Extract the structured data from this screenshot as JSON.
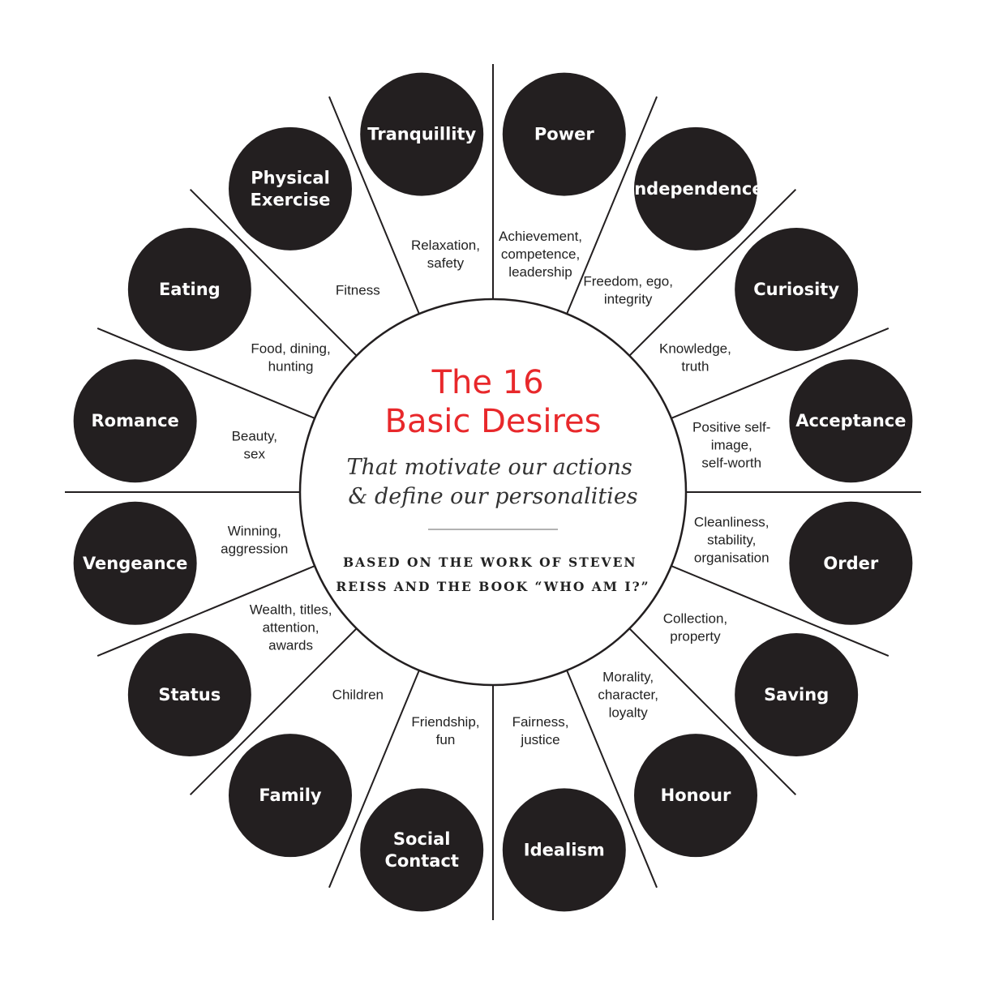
{
  "center": {
    "title_lines": [
      "The 16",
      "Basic Desires"
    ],
    "subtitle_lines": [
      "That motivate our actions",
      "& define our personalities"
    ],
    "credit_lines": [
      "BASED ON THE WORK OF STEVEN",
      "REISS AND THE BOOK “WHO AM I?”"
    ]
  },
  "colors": {
    "title": "#e8282b",
    "disc": "#231f20",
    "line": "#231f20",
    "divider": "#999999"
  },
  "desires": [
    {
      "name_lines": [
        "Power"
      ],
      "label_lines": [
        "Achievement,",
        "competence,",
        "leadership"
      ]
    },
    {
      "name_lines": [
        "Independence"
      ],
      "label_lines": [
        "Freedom, ego,",
        "integrity"
      ]
    },
    {
      "name_lines": [
        "Curiosity"
      ],
      "label_lines": [
        "Knowledge,",
        "truth"
      ]
    },
    {
      "name_lines": [
        "Acceptance"
      ],
      "label_lines": [
        "Positive self-",
        "image,",
        "self-worth"
      ]
    },
    {
      "name_lines": [
        "Order"
      ],
      "label_lines": [
        "Cleanliness,",
        "stability,",
        "organisation"
      ]
    },
    {
      "name_lines": [
        "Saving"
      ],
      "label_lines": [
        "Collection,",
        "property"
      ]
    },
    {
      "name_lines": [
        "Honour"
      ],
      "label_lines": [
        "Morality,",
        "character,",
        "loyalty"
      ]
    },
    {
      "name_lines": [
        "Idealism"
      ],
      "label_lines": [
        "Fairness,",
        "justice"
      ]
    },
    {
      "name_lines": [
        "Social",
        "Contact"
      ],
      "label_lines": [
        "Friendship,",
        "fun"
      ]
    },
    {
      "name_lines": [
        "Family"
      ],
      "label_lines": [
        "Children"
      ]
    },
    {
      "name_lines": [
        "Status"
      ],
      "label_lines": [
        "Wealth, titles,",
        "attention,",
        "awards"
      ]
    },
    {
      "name_lines": [
        "Vengeance"
      ],
      "label_lines": [
        "Winning,",
        "aggression"
      ]
    },
    {
      "name_lines": [
        "Romance"
      ],
      "label_lines": [
        "Beauty,",
        "sex"
      ]
    },
    {
      "name_lines": [
        "Eating"
      ],
      "label_lines": [
        "Food, dining,",
        "hunting"
      ]
    },
    {
      "name_lines": [
        "Physical",
        "Exercise"
      ],
      "label_lines": [
        "Fitness"
      ]
    },
    {
      "name_lines": [
        "Tranquillity"
      ],
      "label_lines": [
        "Relaxation,",
        "safety"
      ]
    }
  ]
}
